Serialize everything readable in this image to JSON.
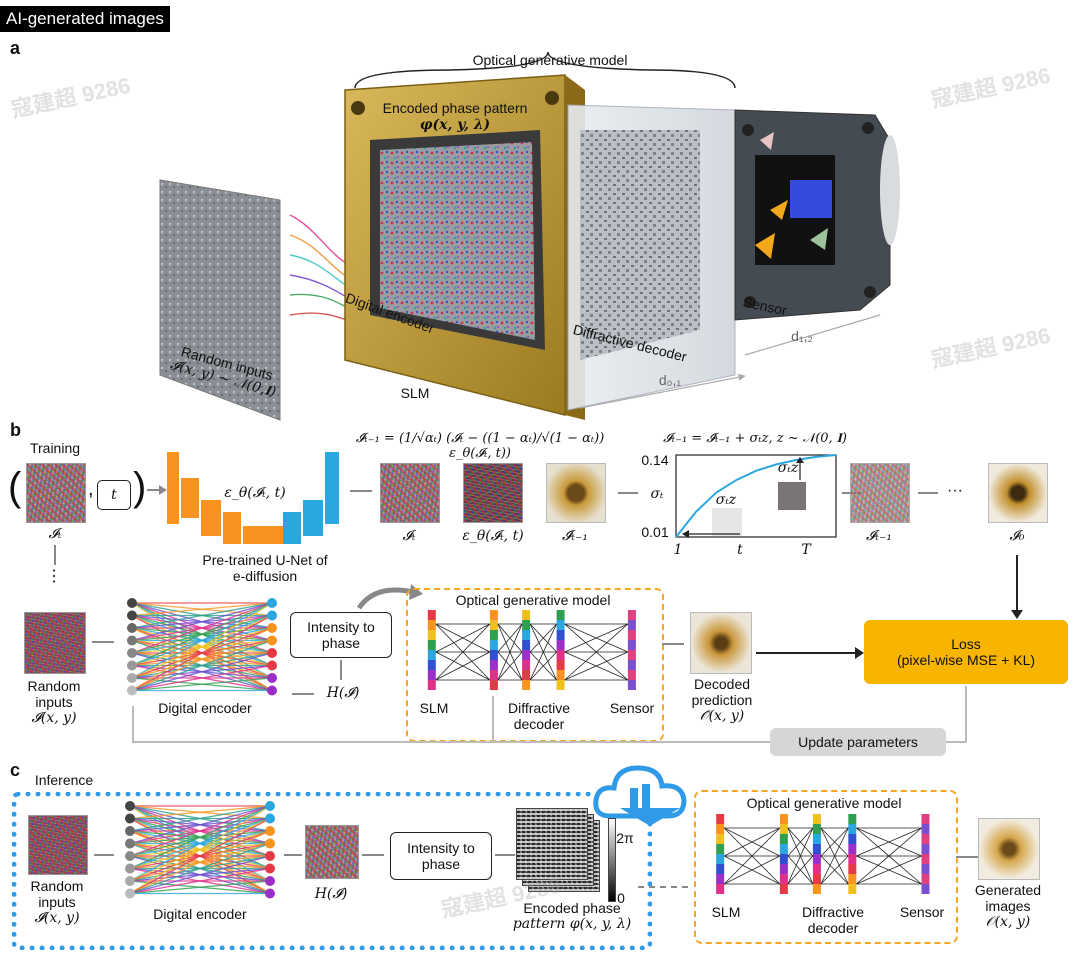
{
  "header_tag": "AI-generated images",
  "watermark": "寇建超 9286",
  "colors": {
    "encoder_orange": "#f7931e",
    "encoder_blue": "#2aa7df",
    "dashed_orange": "#f5a623",
    "loss_yellow": "#f7b500",
    "update_gray": "#d6d6d6",
    "inference_blue": "#2f9be8",
    "slm_gold": "#b8942f"
  },
  "panel_a": {
    "label": "a",
    "optical_generative_model": "Optical generative model",
    "encoded_phase_pattern": "Encoded phase pattern",
    "phase_symbol": "φ(x, y, λ)",
    "digital_encoder": "Digital encoder",
    "diffractive_decoder": "Diffractive decoder",
    "sensor": "Sensor",
    "slm": "SLM",
    "random_inputs": "Random inputs",
    "random_inputs_eq": "𝓘(x, y) ~ 𝒩(0,𝐈)",
    "d01": "d₀,₁",
    "d12": "d₁,₂"
  },
  "panel_b": {
    "label": "b",
    "training": "Training",
    "t_box": "t",
    "it_label": "𝓘ₜ",
    "eps_unet": "ε_θ(𝓘ₜ, t)",
    "unet_caption_1": "Pre-trained U-Net of",
    "unet_caption_2": "e-diffusion",
    "hat_eq": "𝓘̂ₜ₋₁ = (1/√αₜ) (𝓘ₜ − ((1 − αₜ)/√(1 − αₜ)) ε_θ(𝓘ₜ, t))",
    "step_eq": "𝓘ₜ₋₁ = 𝓘̂ₜ₋₁ + σₜz,  z ~ 𝒩(0, 𝐈)",
    "img_it": "𝓘ₜ",
    "img_eps": "ε_θ(𝓘ₜ, t)",
    "img_hat": "𝓘̂ₜ₋₁",
    "img_itm1": "𝓘ₜ₋₁",
    "img_i0": "𝓘₀",
    "dots": "···",
    "vdots": "⋮",
    "random_inputs": "Random",
    "random_inputs_2": "inputs",
    "random_inputs_eq": "𝓘(x, y)",
    "digital_encoder": "Digital encoder",
    "intensity_to_phase": "Intensity to phase",
    "h_label": "H(𝓘)",
    "optical_generative_model": "Optical generative model",
    "slm": "SLM",
    "diffractive_decoder_1": "Diffractive",
    "diffractive_decoder_2": "decoder",
    "sensor": "Sensor",
    "decoded_1": "Decoded",
    "decoded_2": "prediction",
    "decoded_eq": "𝒪̂(x, y)",
    "loss_title": "Loss",
    "loss_sub": "(pixel-wise MSE + KL)",
    "update_parameters": "Update parameters"
  },
  "chart_data": {
    "type": "line",
    "ylabel": "σₜ",
    "xlabel": "t",
    "x_ticks": [
      "1",
      "t",
      "T"
    ],
    "y_ticks": [
      "0.14",
      "0.01"
    ],
    "ylim": [
      0.01,
      0.14
    ],
    "series": [
      {
        "values": [
          0.01,
          0.05,
          0.08,
          0.1,
          0.115,
          0.125,
          0.132,
          0.137,
          0.14
        ]
      }
    ],
    "annotations": [
      "σₜz",
      "σₜz"
    ]
  },
  "panel_c": {
    "label": "c",
    "inference": "Inference",
    "random_inputs": "Random",
    "random_inputs_2": "inputs",
    "random_inputs_eq": "𝓘(x, y)",
    "digital_encoder": "Digital encoder",
    "h_label": "H(𝓘)",
    "intensity_to_phase": "Intensity to phase",
    "two_pi": "2π",
    "zero": "0",
    "encoded_1": "Encoded phase",
    "encoded_2": "pattern φ(x, y, λ)",
    "optical_generative_model": "Optical generative model",
    "slm": "SLM",
    "diffractive_decoder_1": "Diffractive",
    "diffractive_decoder_2": "decoder",
    "sensor": "Sensor",
    "generated_1": "Generated",
    "generated_2": "images",
    "generated_eq": "𝒪(x, y)",
    "vdots": "⋮",
    "dots": "···"
  }
}
